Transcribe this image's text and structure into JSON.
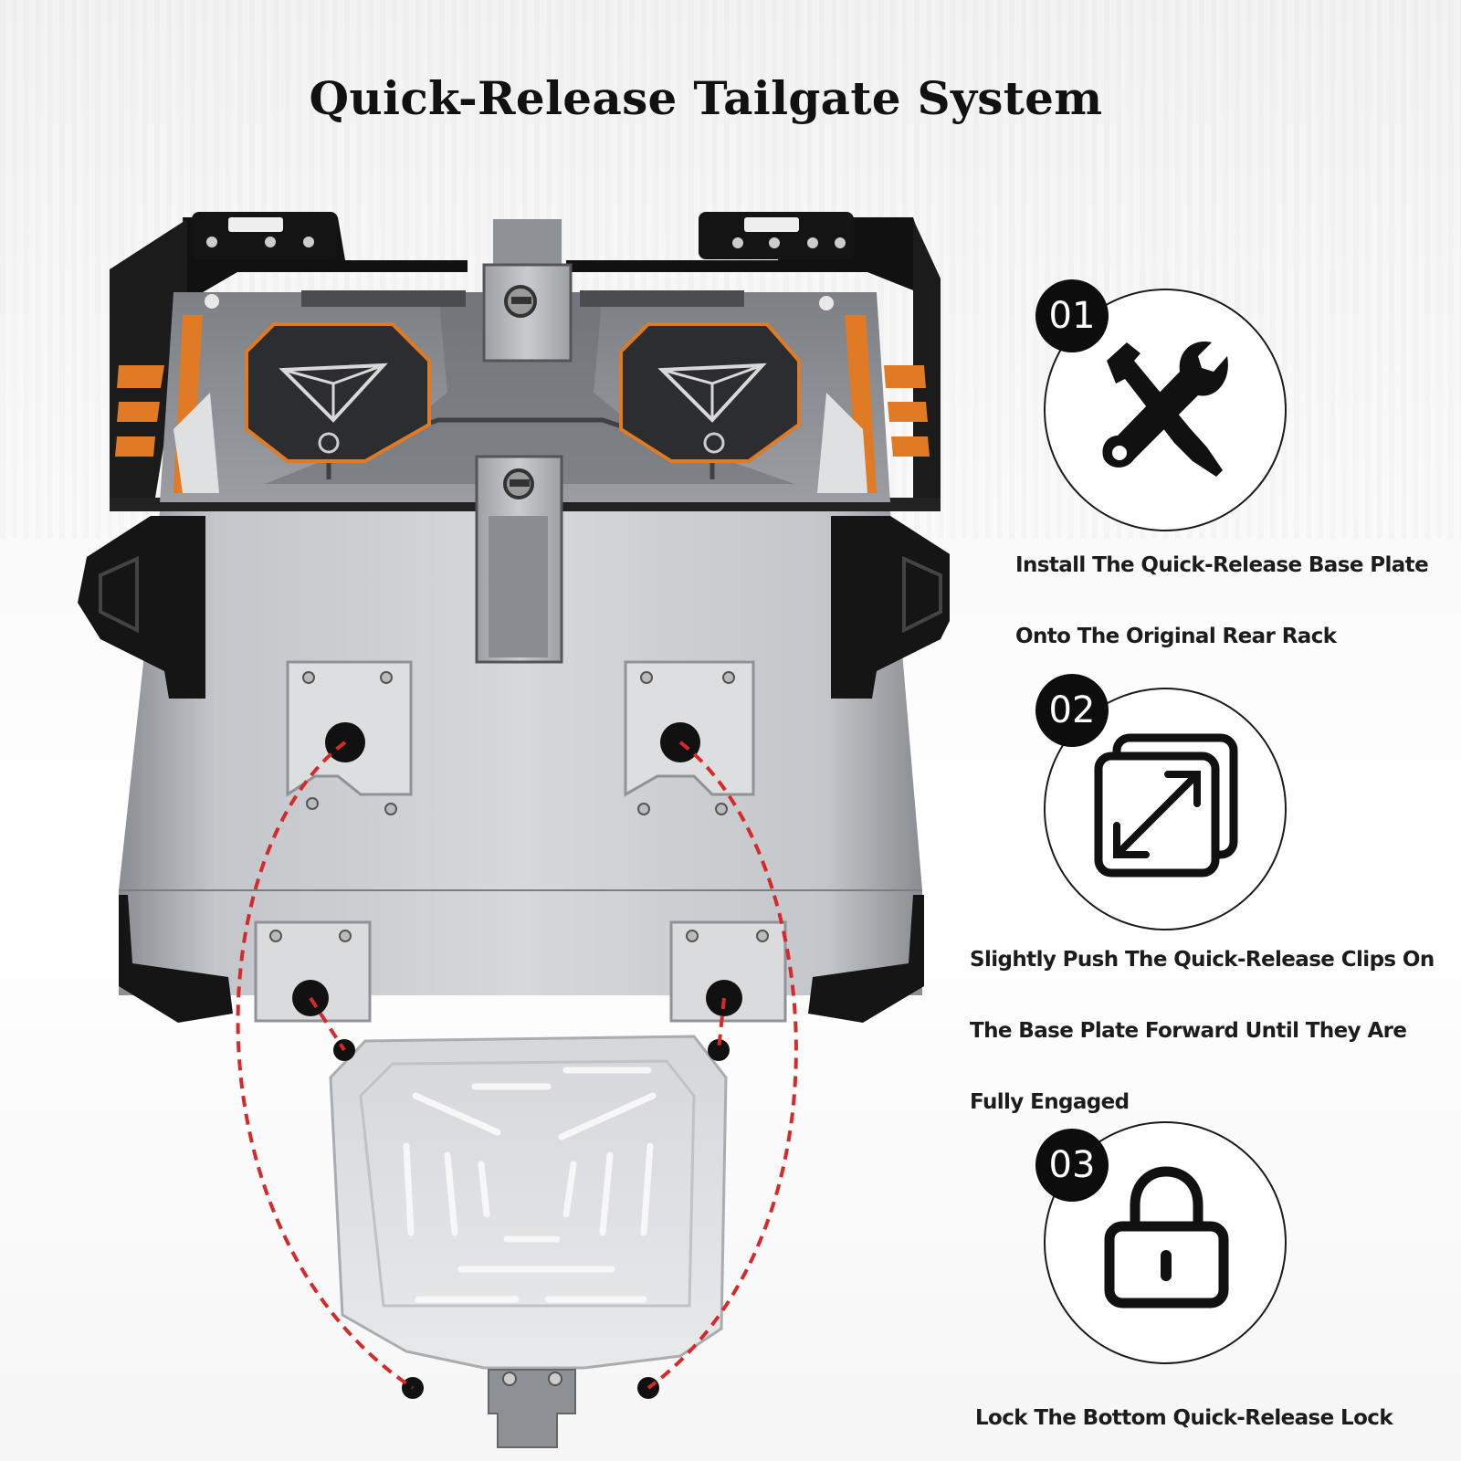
{
  "title": "Quick-Release Tailgate System",
  "colors": {
    "accent_orange": "#e07a24",
    "guide_red": "#d42a2a",
    "badge": "#0d0d0d"
  },
  "steps": [
    {
      "number": "01",
      "icon": "wrench-screwdriver-icon",
      "lines": [
        "Install The Quick-Release Base Plate",
        "Onto The Original Rear Rack"
      ]
    },
    {
      "number": "02",
      "icon": "resize-squares-icon",
      "lines": [
        "Slightly Push The Quick-Release Clips On",
        "The Base Plate Forward Until They Are",
        "Fully Engaged"
      ]
    },
    {
      "number": "03",
      "icon": "padlock-icon",
      "lines": [
        "Lock The Bottom Quick-Release Lock"
      ]
    }
  ]
}
